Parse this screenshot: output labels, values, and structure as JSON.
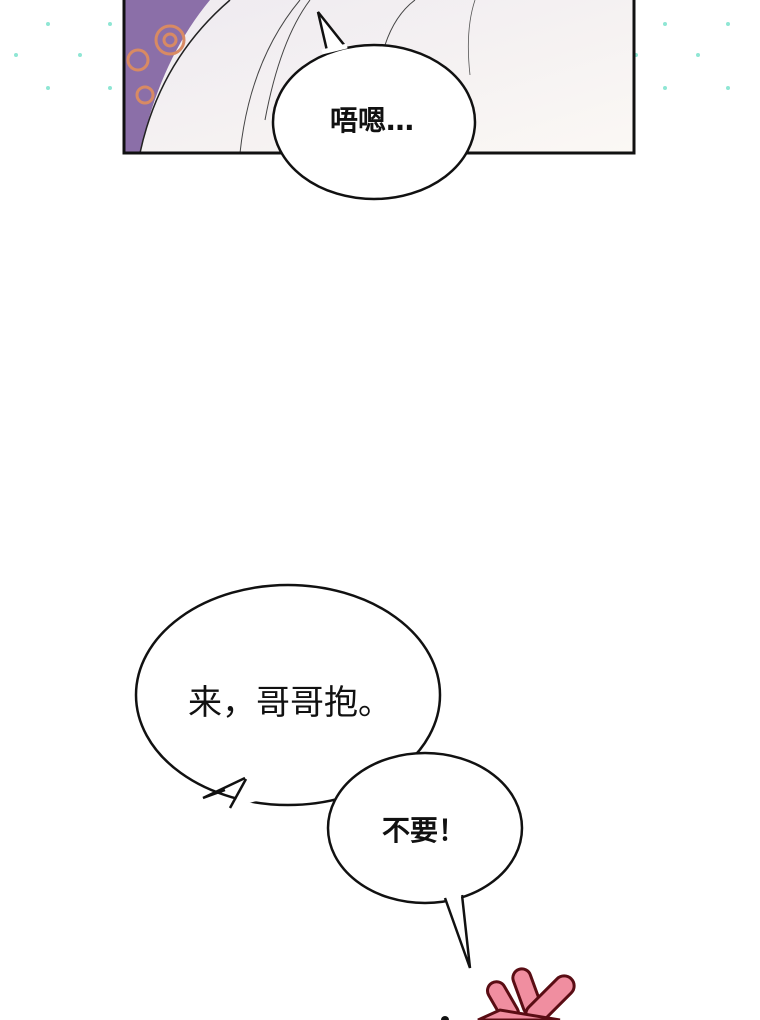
{
  "panel_top": {
    "bubble_text": "唔嗯…"
  },
  "bubble_middle": {
    "text": "来，哥哥抱。"
  },
  "bubble_bottom": {
    "text": "不要！"
  },
  "colors": {
    "sparkle": "#7fe0cc",
    "panel_bg": "#f6f2f4",
    "robe": "#8b6fa8",
    "rose": "#d88a63",
    "hand": "#f08ea0",
    "hand_outline": "#5a0d14"
  }
}
